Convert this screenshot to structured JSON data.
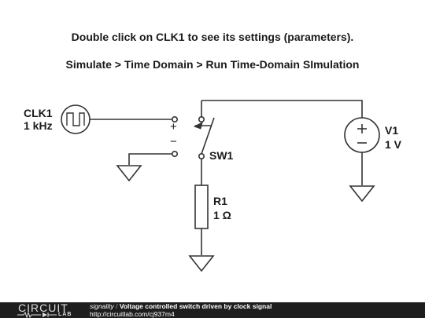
{
  "instructions": {
    "line1": "Double click on CLK1 to see its settings (parameters).",
    "line2": "Simulate > Time Domain > Run Time-Domain SImulation"
  },
  "components": {
    "clk1": {
      "name": "CLK1",
      "value": "1 kHz"
    },
    "v1": {
      "name": "V1",
      "value": "1 V"
    },
    "sw1": {
      "name": "SW1",
      "plus": "+",
      "minus": "−"
    },
    "r1": {
      "name": "R1",
      "value": "1 Ω"
    }
  },
  "footer": {
    "logo_top": "CIRCUIT",
    "logo_bottom": "LAB",
    "author": "signality",
    "separator": " / ",
    "title": "Voltage controlled switch driven by clock signal",
    "url": "http://circuitlab.com/cj937m4"
  }
}
